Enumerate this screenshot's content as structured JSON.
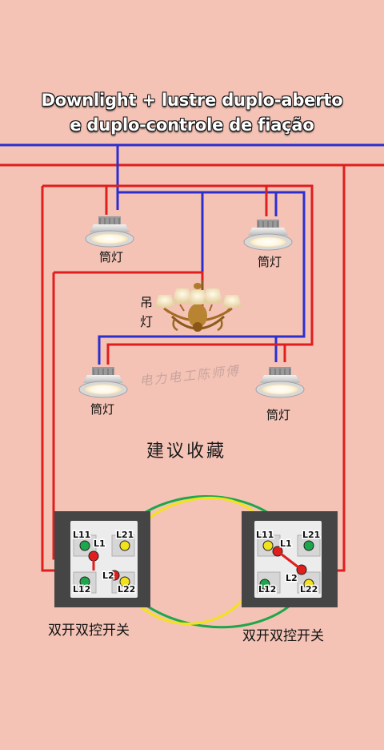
{
  "title_line1": "Downlight + lustre duplo-aberto",
  "title_line2": "e duplo-controle de fiação",
  "downlight_label": "筒灯",
  "chandelier_label_top": "吊",
  "chandelier_label_bottom": "灯",
  "watermark": "电力电工陈师傅",
  "recommend": "建议收藏",
  "switch_label": "双开双控开关",
  "terminals": {
    "l11": "L11",
    "l1": "L1",
    "l21": "L21",
    "l2": "L2",
    "l12": "L12",
    "l22": "L22"
  },
  "colors": {
    "background": "#f4c3b6",
    "live_wire": "#e01e1e",
    "neutral_wire": "#2b2fd0",
    "traveler_green": "#1ea64a",
    "traveler_yellow": "#f2e21c",
    "switch_plate": "#454545"
  }
}
